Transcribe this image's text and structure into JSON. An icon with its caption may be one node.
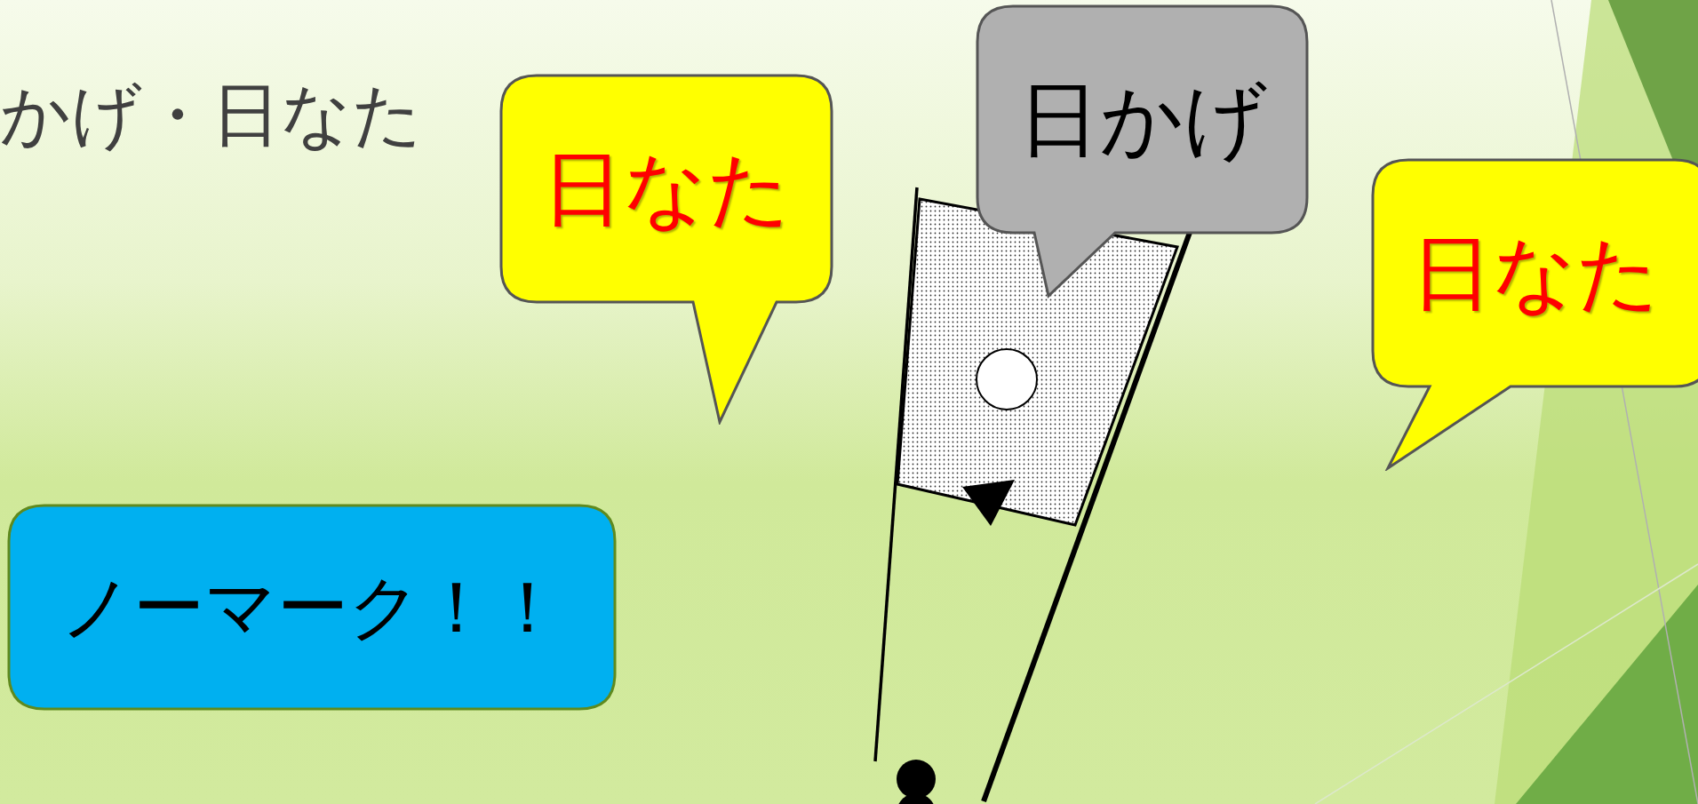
{
  "diagram": {
    "nodes": [
      {
        "text": [
          "日なた"
        ]
      },
      {
        "text": [
          "日かげ"
        ]
      },
      {
        "text": [
          "日なた"
        ]
      },
      {
        "text": [
          "ノーマーク！！"
        ]
      }
    ],
    "labels": [
      "かげ・日なた"
    ]
  }
}
